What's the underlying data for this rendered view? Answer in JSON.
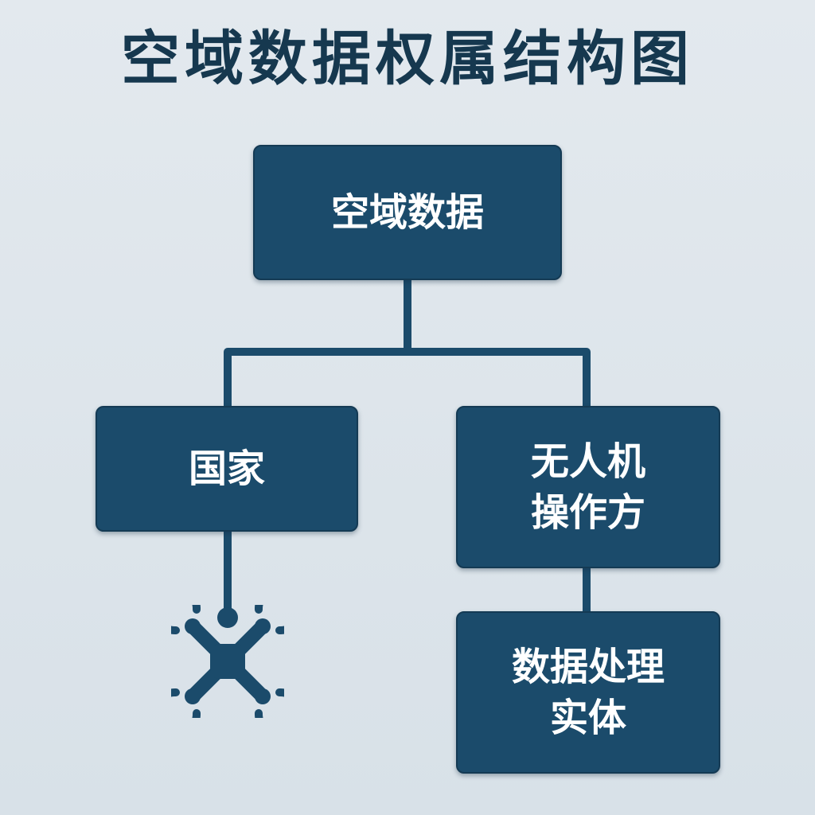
{
  "title": "空域数据权属结构图",
  "nodes": {
    "root": "空域数据",
    "state": "国家",
    "operator": "无人机\n操作方",
    "processor": "数据处理\n实体"
  },
  "icons": {
    "drone": "drone-icon"
  },
  "colors": {
    "title": "#16384f",
    "node_fill": "#1b4b6b",
    "connector": "#1b4b6b",
    "background": "#dde5eb"
  }
}
